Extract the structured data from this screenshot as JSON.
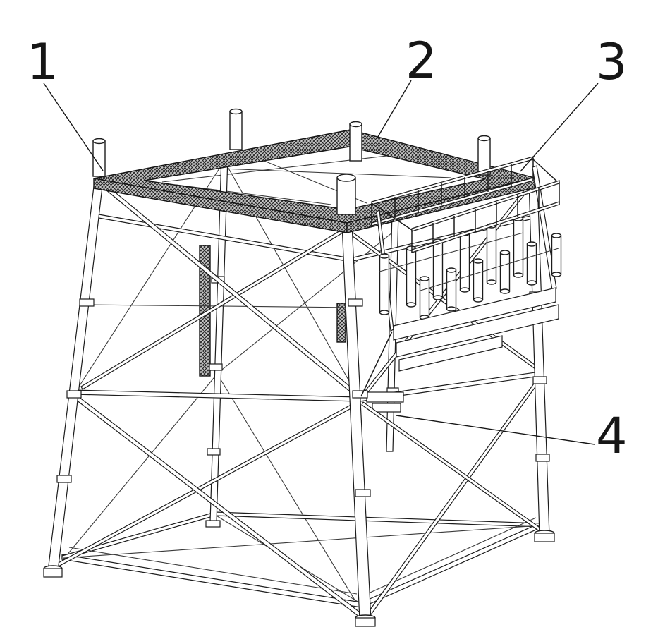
{
  "colors": {
    "background": "#ffffff",
    "line": "#1c1c1c"
  },
  "callouts": [
    {
      "label": "1"
    },
    {
      "label": "2"
    },
    {
      "label": "3"
    },
    {
      "label": "4"
    }
  ]
}
